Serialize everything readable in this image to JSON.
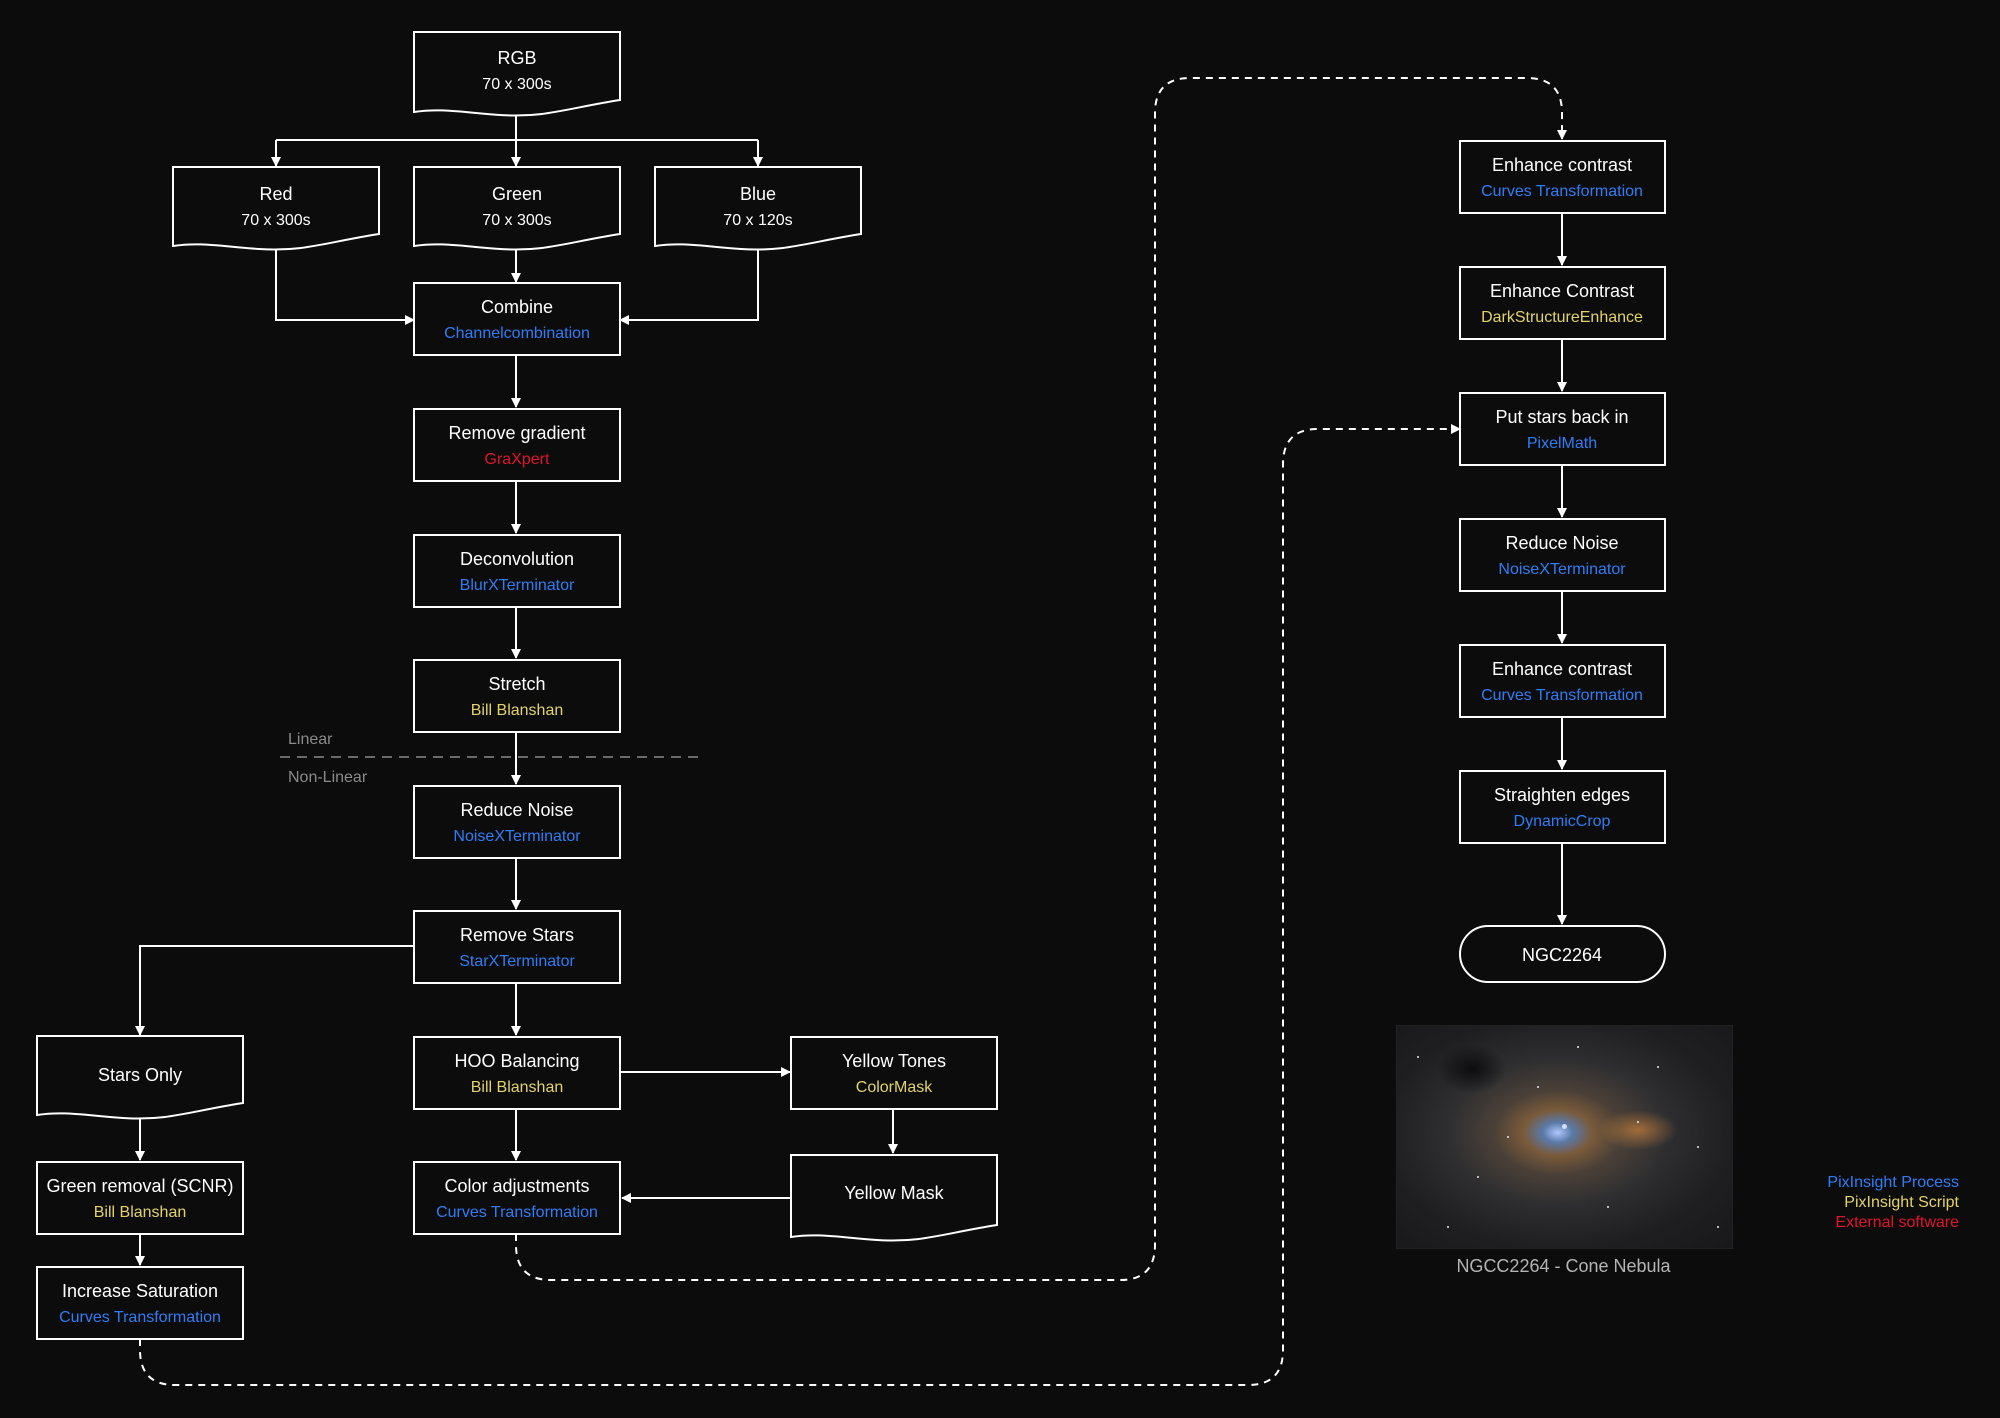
{
  "colors": {
    "background": "#0c0c0c",
    "stroke": "#ffffff",
    "process": "#2f7df6",
    "script": "#e3d36a",
    "external": "#e0142e",
    "divider": "#6a6a6a",
    "divider_label": "#8a8a8a"
  },
  "nodes": {
    "rgb": {
      "title": "RGB",
      "sub": "70 x 300s"
    },
    "red": {
      "title": "Red",
      "sub": "70 x 300s"
    },
    "green": {
      "title": "Green",
      "sub": "70 x 300s"
    },
    "blue": {
      "title": "Blue",
      "sub": "70 x 120s"
    },
    "combine": {
      "title": "Combine",
      "sub": "Channelcombination"
    },
    "remove_gradient": {
      "title": "Remove gradient",
      "sub": "GraXpert"
    },
    "deconvolution": {
      "title": "Deconvolution",
      "sub": "BlurXTerminator"
    },
    "stretch": {
      "title": "Stretch",
      "sub": "Bill Blanshan"
    },
    "reduce_noise_1": {
      "title": "Reduce Noise",
      "sub": "NoiseXTerminator"
    },
    "remove_stars": {
      "title": "Remove Stars",
      "sub": "StarXTerminator"
    },
    "stars_only": {
      "title": "Stars Only"
    },
    "green_removal": {
      "title": "Green removal (SCNR)",
      "sub": "Bill Blanshan"
    },
    "increase_saturation": {
      "title": "Increase Saturation",
      "sub": "Curves Transformation"
    },
    "hoo_balancing": {
      "title": "HOO Balancing",
      "sub": "Bill Blanshan"
    },
    "yellow_tones": {
      "title": "Yellow Tones",
      "sub": "ColorMask"
    },
    "yellow_mask": {
      "title": "Yellow Mask"
    },
    "color_adjustments": {
      "title": "Color adjustments",
      "sub": "Curves Transformation"
    },
    "enhance_contrast_1": {
      "title": "Enhance contrast",
      "sub": "Curves Transformation"
    },
    "enhance_contrast_2": {
      "title": "Enhance Contrast",
      "sub": "DarkStructureEnhance"
    },
    "put_stars_back": {
      "title": "Put stars back in",
      "sub": "PixelMath"
    },
    "reduce_noise_2": {
      "title": "Reduce Noise",
      "sub": "NoiseXTerminator"
    },
    "enhance_contrast_3": {
      "title": "Enhance contrast",
      "sub": "Curves Transformation"
    },
    "straighten_edges": {
      "title": "Straighten edges",
      "sub": "DynamicCrop"
    },
    "ngc2264": {
      "title": "NGC2264"
    }
  },
  "divider": {
    "above": "Linear",
    "below": "Non-Linear"
  },
  "photo": {
    "caption": "NGCC2264 - Cone Nebula"
  },
  "legend": {
    "process": "PixInsight Process",
    "script": "PixInsight Script",
    "external": "External software"
  }
}
